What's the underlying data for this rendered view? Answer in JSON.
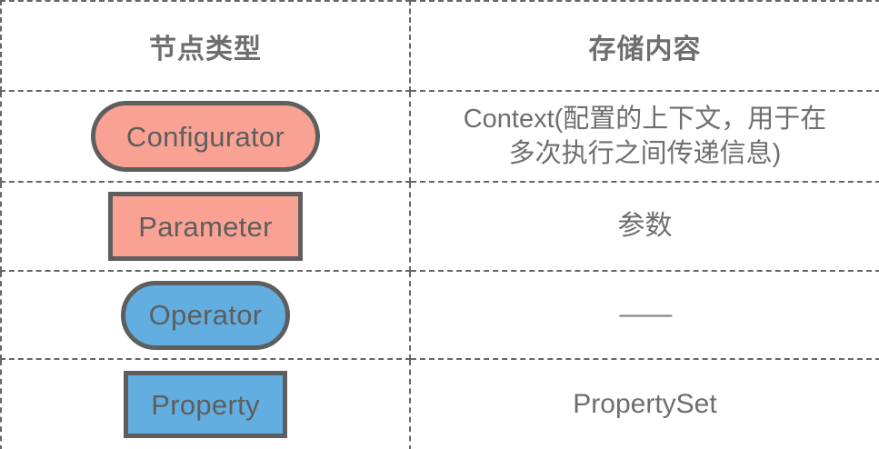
{
  "table": {
    "columns": [
      {
        "key": "node_type",
        "header": "节点类型"
      },
      {
        "key": "stored_content",
        "header": "存储内容"
      }
    ],
    "rows": [
      {
        "shape_label": "Configurator",
        "shape_kind": "pill",
        "shape_fill": "#f9a293",
        "shape_stroke": "#5e5e5e",
        "content_line1": "Context(配置的上下文，用于在",
        "content_line2": "多次执行之间传递信息)"
      },
      {
        "shape_label": "Parameter",
        "shape_kind": "rectangle",
        "shape_fill": "#f9a293",
        "shape_stroke": "#5e5e5e",
        "content_line1": "参数",
        "content_line2": ""
      },
      {
        "shape_label": "Operator",
        "shape_kind": "pill",
        "shape_fill": "#62aee0",
        "shape_stroke": "#5e5e5e",
        "content_line1": "——",
        "content_line2": ""
      },
      {
        "shape_label": "Property",
        "shape_kind": "rectangle",
        "shape_fill": "#62aee0",
        "shape_stroke": "#5e5e5e",
        "content_line1": "PropertySet",
        "content_line2": ""
      }
    ]
  },
  "colors": {
    "background": "#ffffff",
    "grid_line": "#666666",
    "text": "#6e6e6e",
    "pink_fill": "#f9a293",
    "blue_fill": "#62aee0",
    "shape_stroke": "#5e5e5e"
  }
}
